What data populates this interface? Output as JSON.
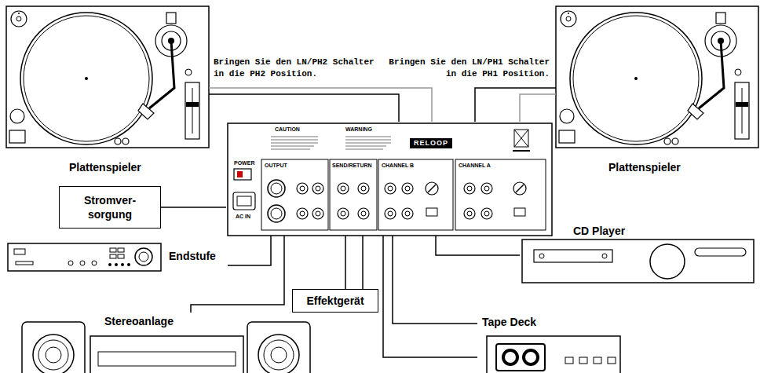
{
  "diagram": {
    "nodes": [
      {
        "text": [
          "Plattenspieler"
        ]
      },
      {
        "text": [
          "Plattenspieler"
        ]
      },
      {
        "text": [
          "CAUTION",
          "WARNING",
          "RELOOP",
          "POWER",
          "OUTPUT",
          "SEND/RETURN",
          "CHANNEL B",
          "CHANNEL A",
          "AC IN"
        ]
      },
      {
        "text": [
          "Stromver- sorgung"
        ]
      },
      {
        "text": [
          "Endstufe"
        ]
      },
      {
        "text": [
          "Stereoanlage"
        ]
      },
      {
        "text": [
          "Effektgerät"
        ]
      },
      {
        "text": [
          "CD Player"
        ]
      },
      {
        "text": [
          "Tape Deck"
        ]
      }
    ],
    "edges": [
      {
        "from": 0,
        "to": 2,
        "arrow": "none"
      },
      {
        "from": 0,
        "to": 2,
        "arrow": "none"
      },
      {
        "from": 1,
        "to": 2,
        "arrow": "none"
      },
      {
        "from": 1,
        "to": 2,
        "arrow": "none"
      },
      {
        "from": 2,
        "to": 3,
        "arrow": "none"
      },
      {
        "from": 2,
        "to": 4,
        "arrow": "none"
      },
      {
        "from": 2,
        "to": 5,
        "arrow": "none"
      },
      {
        "from": 2,
        "to": 6,
        "arrow": "none"
      },
      {
        "from": 2,
        "to": 6,
        "arrow": "none"
      },
      {
        "from": 2,
        "to": 7,
        "arrow": "none"
      },
      {
        "from": 2,
        "to": 8,
        "arrow": "none"
      },
      {
        "from": 2,
        "to": 8,
        "arrow": "none"
      }
    ],
    "labels": [
      "Bringen Sie den LN/PH2 Schalter in die PH2 Position.",
      "Bringen Sie den LN/PH1 Schalter in die PH1 Position."
    ]
  }
}
